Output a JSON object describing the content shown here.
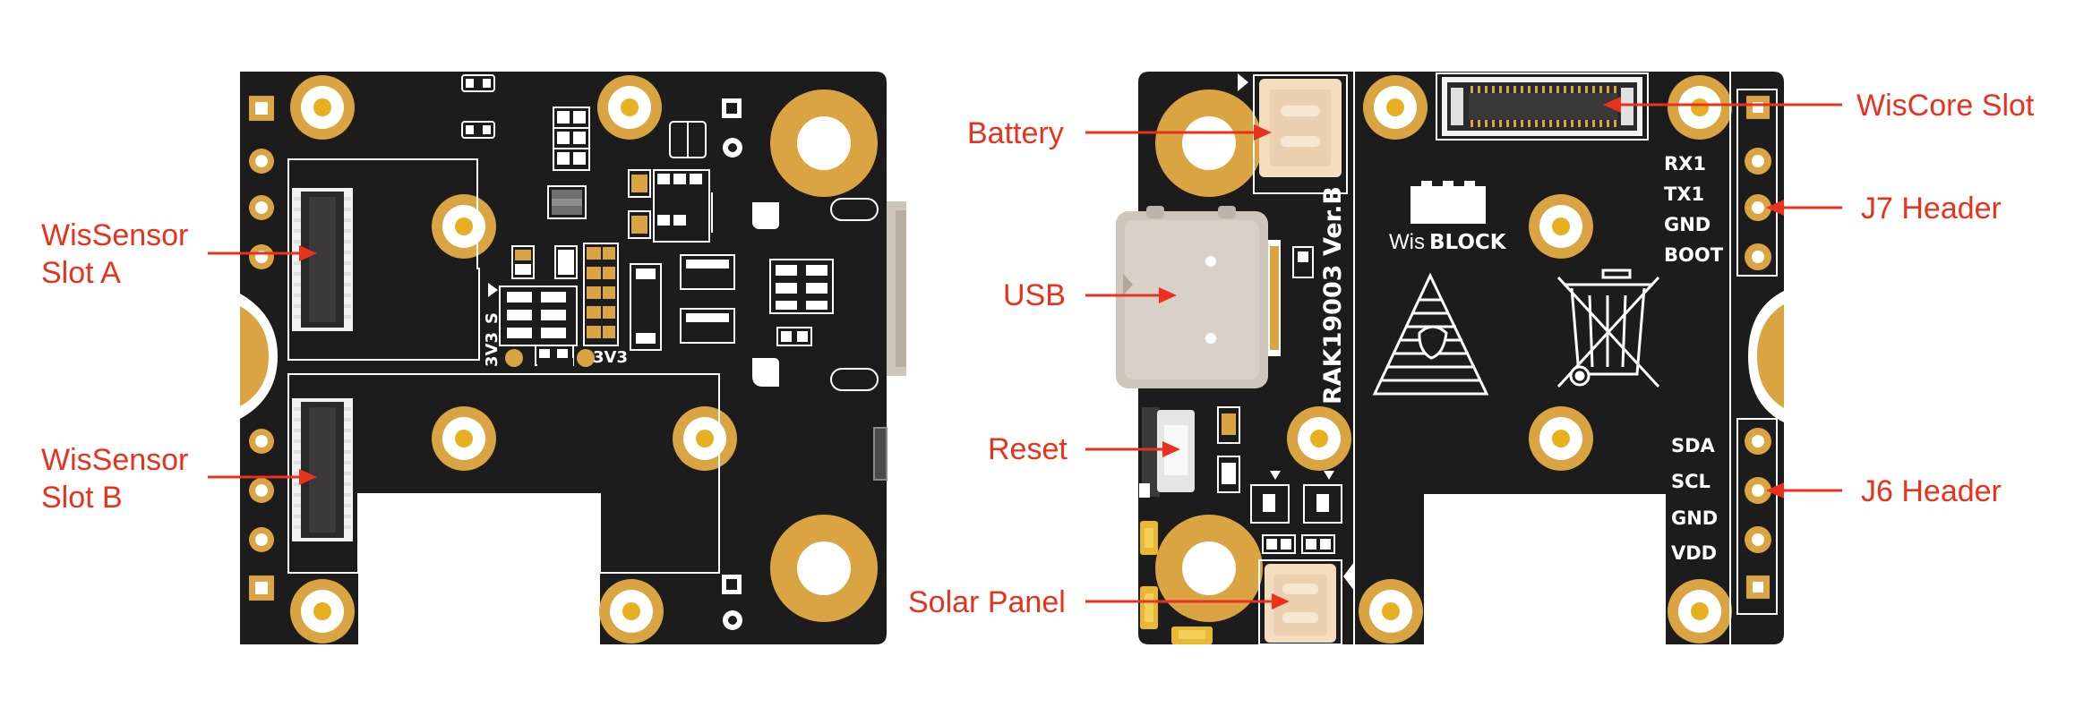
{
  "colors": {
    "pcb": "#1c1c1c",
    "gold": "#d9a441",
    "silk": "#ffffff",
    "annotation": "#e8321e",
    "connector": "#f4dcc0",
    "usb_metal": "#cfc6bb"
  },
  "callouts": {
    "wissensor_a": [
      "WisSensor",
      "Slot A"
    ],
    "wissensor_b": [
      "WisSensor",
      "Slot B"
    ],
    "battery": "Battery",
    "usb": "USB",
    "reset": "Reset",
    "solar": "Solar Panel",
    "wiscore": "WisCore Slot",
    "j7": "J7 Header",
    "j6": "J6 Header"
  },
  "silkscreen": {
    "front_3v3s": "3V3_S",
    "front_3v3": "3V3",
    "board_name": "RAK19003 Ver.B",
    "logo_wis": "Wis",
    "logo_block": "BLOCK",
    "j7_pins": [
      "RX1",
      "TX1",
      "GND",
      "BOOT"
    ],
    "j6_pins": [
      "SDA",
      "SCL",
      "GND",
      "VDD"
    ]
  }
}
